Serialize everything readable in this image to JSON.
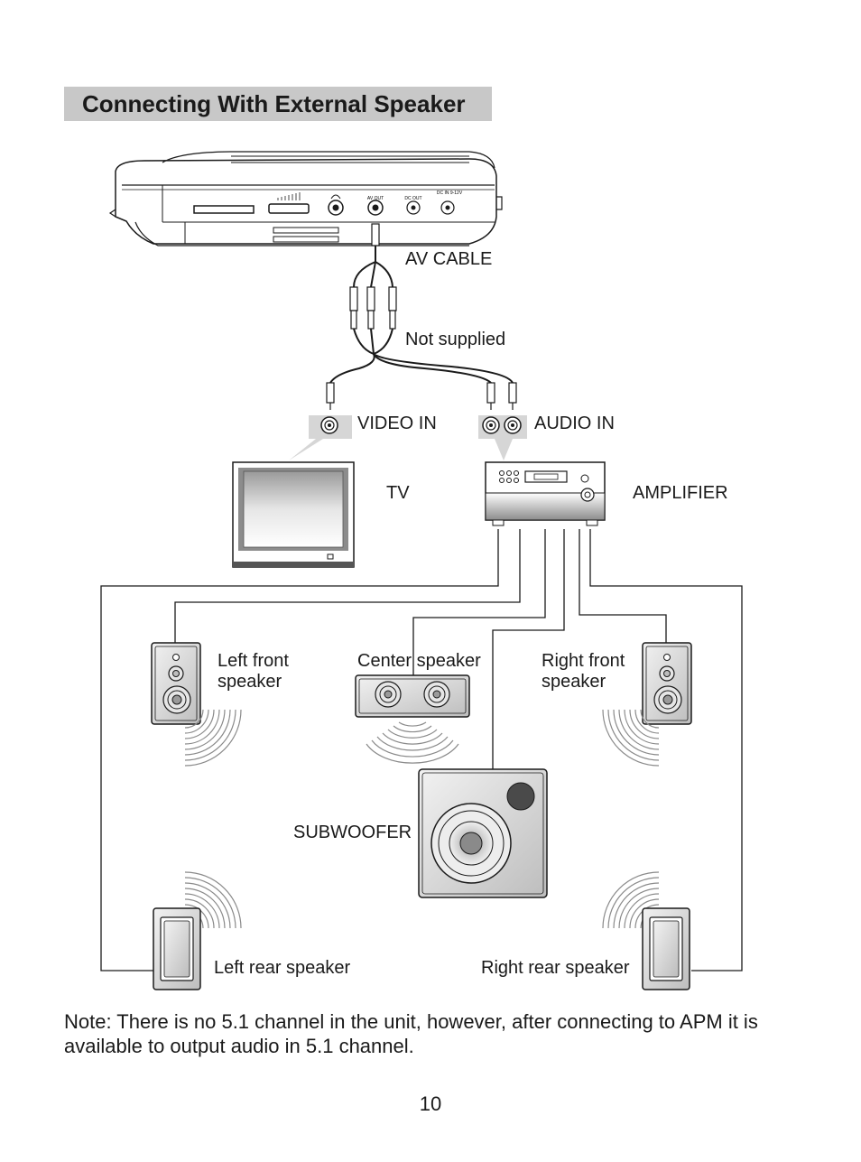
{
  "header": {
    "title": "Connecting With External Speaker"
  },
  "player_ports": {
    "av_out": "AV OUT",
    "dc_out": "DC OUT",
    "dc_in": "DC IN 9-12V"
  },
  "labels": {
    "av_cable": "AV CABLE",
    "not_supplied": "Not supplied",
    "video_in": "VIDEO IN",
    "audio_in": "AUDIO IN",
    "tv": "TV",
    "amplifier": "AMPLIFIER",
    "left_front_1": "Left front",
    "left_front_2": "speaker",
    "center_speaker": "Center speaker",
    "right_front_1": "Right front",
    "right_front_2": "speaker",
    "subwoofer": "SUBWOOFER",
    "left_rear": "Left rear speaker",
    "right_rear": "Right rear speaker"
  },
  "note": "Note: There is no 5.1 channel in the unit, however, after connecting to APM it is available to output audio in 5.1 channel.",
  "page_number": "10"
}
